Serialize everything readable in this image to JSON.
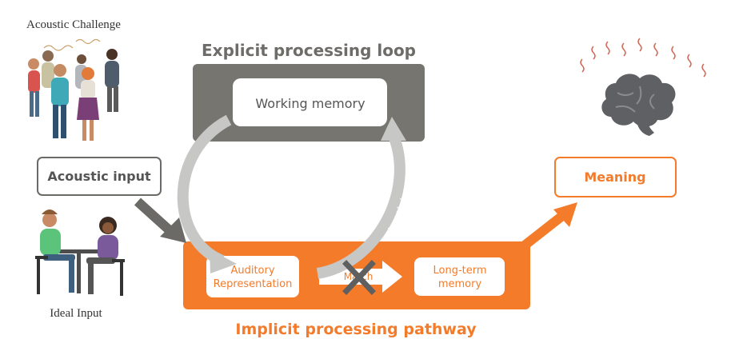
{
  "labels": {
    "acoustic_challenge": "Acoustic Challenge",
    "ideal_input": "Ideal Input",
    "explicit_title": "Explicit processing loop",
    "working_memory": "Working memory",
    "acoustic_input": "Acoustic input",
    "meaning": "Meaning",
    "mismatch": "Mismatch",
    "auditory_line1": "Auditory",
    "auditory_line2": "Representation",
    "match": "Match",
    "longterm_line1": "Long-term",
    "longterm_line2": "memory",
    "implicit_title": "Implicit processing pathway"
  },
  "colors": {
    "orange": "#f47b2a",
    "dark_gray": "#77756f",
    "light_gray": "#c7c7c5",
    "slate": "#5f6063",
    "arrow_gray": "#6b6a66",
    "x_gray": "#5f5f5f"
  },
  "icons": {
    "crowd": "crowd-illustration",
    "pair": "two-people-table-illustration",
    "brain": "brain-icon"
  }
}
